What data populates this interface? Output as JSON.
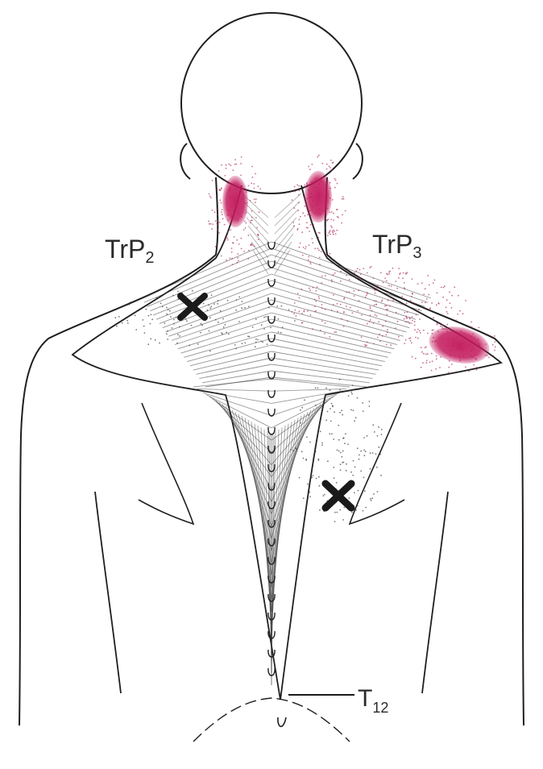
{
  "labels": {
    "left": {
      "main": "TrP",
      "sub": "2"
    },
    "right": {
      "main": "TrP",
      "sub": "3"
    },
    "vertebra": {
      "main": "T",
      "sub": "12"
    }
  },
  "colors": {
    "outline": "#1f1f1f",
    "muscle": "#3a3a3a",
    "referred_pain": "#c2185b",
    "stipple": "#b0306a",
    "marker": "#1a1a1a",
    "paper": "#ffffff"
  },
  "marker_icon": "x-mark-icon"
}
